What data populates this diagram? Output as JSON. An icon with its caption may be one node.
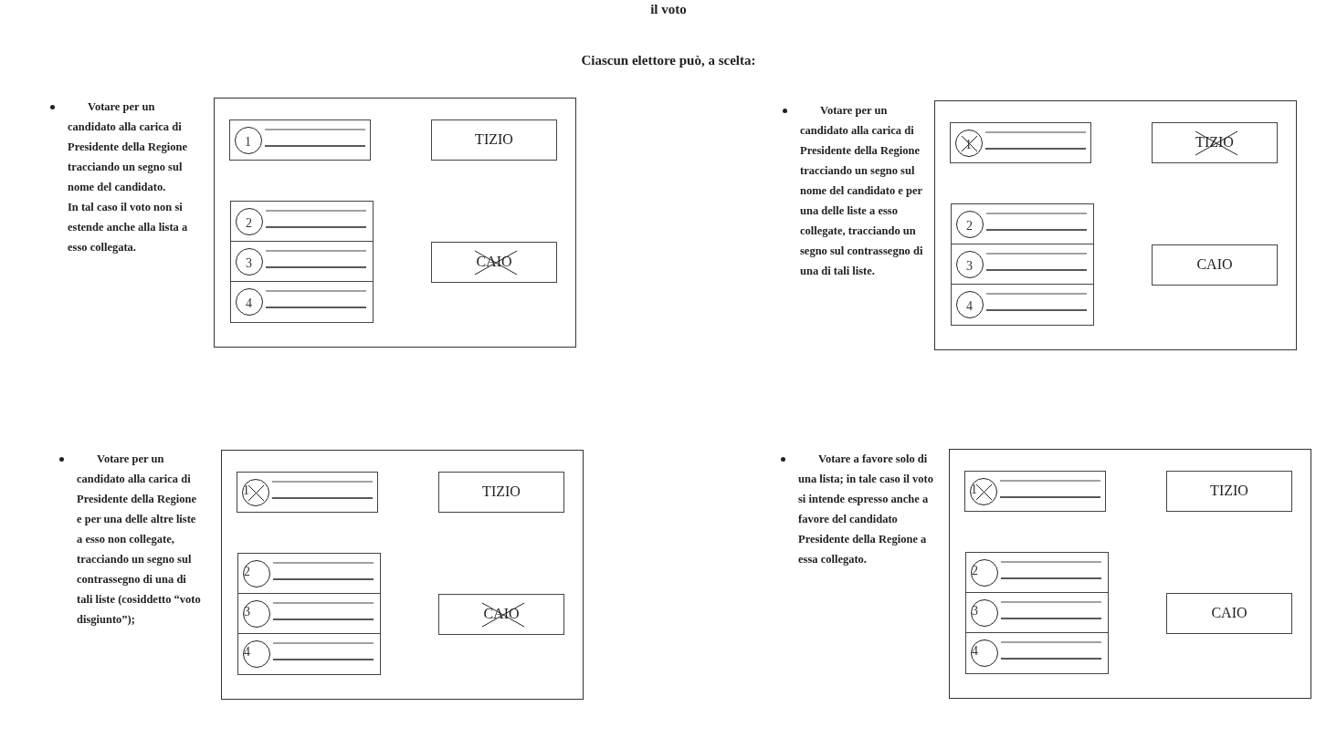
{
  "diagram": {
    "title": "il voto",
    "nodes": [
      {
        "text": [],
        "shape": "box",
        "beside": [
          "Votare per un candidato alla carica di Presidente della Regione tracciando un segno sul nome del candidato.",
          "In tal caso il voto non si estende anche alla lista a esso collegata."
        ]
      },
      {
        "text": [
          "1"
        ],
        "in": 0
      },
      {
        "text": [
          "TIZIO"
        ],
        "in": 0
      },
      {
        "text": [],
        "shape": "box",
        "in": 0
      },
      {
        "text": [
          "2"
        ],
        "in": 3
      },
      {
        "text": [
          "3"
        ],
        "in": 3
      },
      {
        "text": [
          "4"
        ],
        "in": 3
      },
      {
        "text": [
          "CAIO"
        ],
        "in": 0
      },
      {
        "text": [],
        "shape": "box",
        "beside": [
          "Votare per un candidato alla carica di Presidente della Regione tracciando un segno sul nome del candidato e per una delle liste a esso collegate, tracciando un segno sul contrassegno di una di tali liste."
        ]
      },
      {
        "text": [
          "1"
        ],
        "in": 8
      },
      {
        "text": [
          "TIZIO"
        ],
        "in": 8
      },
      {
        "text": [],
        "shape": "box",
        "in": 8
      },
      {
        "text": [
          "2"
        ],
        "in": 11
      },
      {
        "text": [
          "3"
        ],
        "in": 11
      },
      {
        "text": [
          "4"
        ],
        "in": 11
      },
      {
        "text": [
          "CAIO"
        ],
        "in": 8
      },
      {
        "text": [],
        "shape": "box",
        "beside": [
          "Votare per un candidato alla carica di Presidente della Regione e per una delle altre liste a esso non collegate, tracciando un segno sul contrassegno di una di tali liste (cosiddetto “voto disgiunto”);"
        ]
      },
      {
        "text": [
          "1"
        ],
        "in": 16
      },
      {
        "text": [
          "TIZIO"
        ],
        "in": 16
      },
      {
        "text": [],
        "shape": "box",
        "in": 16
      },
      {
        "text": [
          "2"
        ],
        "in": 19
      },
      {
        "text": [
          "3"
        ],
        "in": 19
      },
      {
        "text": [
          "4"
        ],
        "in": 19
      },
      {
        "text": [
          "CAIO"
        ],
        "in": 16
      },
      {
        "text": [],
        "shape": "box",
        "beside": [
          "Votare a favore solo di una lista; in tale caso il voto si intende espresso anche a favore del candidato Presidente della Regione a essa collegato."
        ]
      },
      {
        "text": [
          "1"
        ],
        "in": 24
      },
      {
        "text": [
          "TIZIO"
        ],
        "in": 24
      },
      {
        "text": [],
        "shape": "box",
        "in": 24
      },
      {
        "text": [
          "2"
        ],
        "in": 27
      },
      {
        "text": [
          "3"
        ],
        "in": 27
      },
      {
        "text": [
          "4"
        ],
        "in": 27
      },
      {
        "text": [
          "CAIO"
        ],
        "in": 24
      }
    ],
    "labels": [
      "Ciascun elettore può, a scelta:"
    ]
  }
}
